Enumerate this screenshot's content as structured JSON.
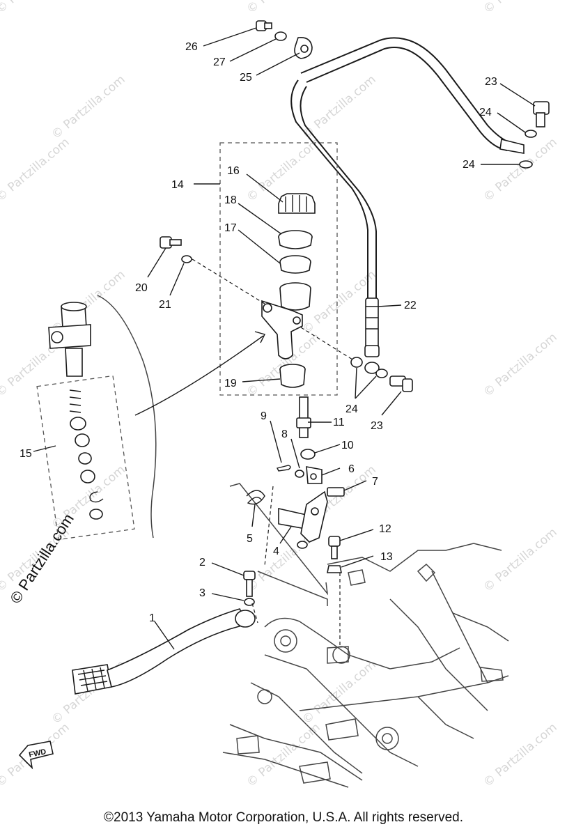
{
  "diagram": {
    "callouts": [
      {
        "n": "1"
      },
      {
        "n": "2"
      },
      {
        "n": "3"
      },
      {
        "n": "4"
      },
      {
        "n": "5"
      },
      {
        "n": "6"
      },
      {
        "n": "7"
      },
      {
        "n": "8"
      },
      {
        "n": "9"
      },
      {
        "n": "10"
      },
      {
        "n": "11"
      },
      {
        "n": "12"
      },
      {
        "n": "13"
      },
      {
        "n": "14"
      },
      {
        "n": "15"
      },
      {
        "n": "16"
      },
      {
        "n": "17"
      },
      {
        "n": "18"
      },
      {
        "n": "19"
      },
      {
        "n": "20"
      },
      {
        "n": "21"
      },
      {
        "n": "22"
      },
      {
        "n": "23"
      },
      {
        "n": "23"
      },
      {
        "n": "24"
      },
      {
        "n": "24"
      },
      {
        "n": "24"
      },
      {
        "n": "25"
      },
      {
        "n": "26"
      },
      {
        "n": "27"
      }
    ],
    "fwd_label": "FWD",
    "side_watermark": "© Partzilla.com",
    "watermark": "© Partzilla.com"
  },
  "footer": {
    "copyright": "©2013  Yamaha Motor Corporation, U.S.A. All rights reserved."
  },
  "colors": {
    "ink": "#1a1a1a",
    "watermark": "#d6d6d6",
    "background": "#ffffff"
  }
}
